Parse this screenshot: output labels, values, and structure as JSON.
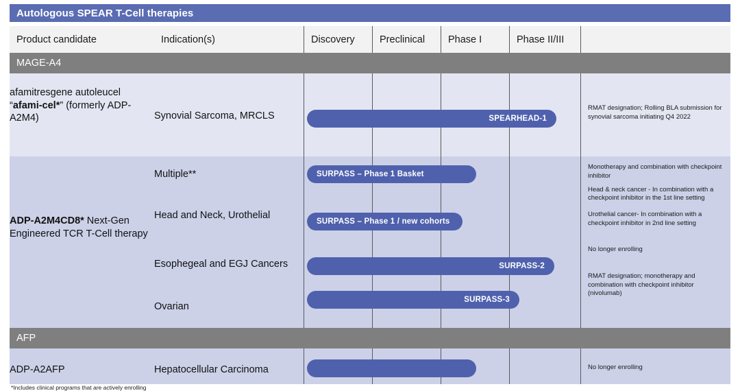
{
  "header": {
    "title": "Autologous SPEAR  T-Cell therapies",
    "columns": [
      {
        "label": "Product candidate"
      },
      {
        "label": "Indication(s)"
      },
      {
        "label": "Discovery"
      },
      {
        "label": "Preclinical"
      },
      {
        "label": "Phase I"
      },
      {
        "label": "Phase II/III"
      },
      {
        "label": ""
      }
    ]
  },
  "sections": [
    {
      "name": "MAGE-A4"
    },
    {
      "name": "AFP"
    }
  ],
  "products": {
    "afamicel": {
      "name_line1": "afamitresgene autoleucel",
      "name_quote_open": "“",
      "name_bold": "afami-cel*",
      "name_quote_close": "” (formerly ADP-",
      "name_line3": "A2M4)",
      "indication": "Synovial Sarcoma, MRCLS",
      "bar_label": "SPEARHEAD-1",
      "note": "RMAT designation; Rolling BLA submission for synovial sarcoma initiating Q4 2022"
    },
    "a2m4cd8": {
      "name_bold": "ADP-A2M4CD8*",
      "name_rest": " Next-Gen Engineered TCR T-Cell therapy",
      "rows": [
        {
          "indication": "Multiple**",
          "bar_label": "SURPASS  – Phase 1 Basket"
        },
        {
          "indication": "Head and Neck, Urothelial",
          "bar_label": "SURPASS  – Phase 1 / new cohorts"
        },
        {
          "indication": "Esophegeal and EGJ Cancers",
          "bar_label": "SURPASS-2"
        },
        {
          "indication": "Ovarian",
          "bar_label": "SURPASS-3"
        }
      ],
      "notes": [
        "Monotherapy and combination with checkpoint inhibitor",
        "Head & neck cancer - In combination with a checkpoint inhibitor in the 1st line setting",
        "Urothelial cancer- In combination with a checkpoint inhibitor in  2nd line setting",
        "No longer enrolling",
        "RMAT designation; monotherapy and combination with checkpoint inhibitor (nivolumab)"
      ]
    },
    "a2afp": {
      "name": "ADP-A2AFP",
      "indication": "Hepatocellular Carcinoma",
      "bar_label": "",
      "note": "No longer enrolling"
    }
  },
  "footnote": "*Includes clinical programs that are actively enrolling",
  "colors": {
    "title_bar": "#5a6cb2",
    "band": "#7f7f7f",
    "bar": "#4f61ad",
    "row_light": "#e3e6f2",
    "row_dark": "#ccd1e8",
    "header_bg": "#f2f2f2"
  },
  "chart_data": {
    "type": "table",
    "title": "Autologous SPEAR  T-Cell therapies",
    "stages": [
      "Discovery",
      "Preclinical",
      "Phase I",
      "Phase II/III"
    ],
    "programs": [
      {
        "section": "MAGE-A4",
        "product": "afamitresgene autoleucel “afami-cel*” (formerly ADP-A2M4)",
        "indication": "Synovial Sarcoma, MRCLS",
        "trial": "SPEARHEAD-1",
        "start_stage": "Discovery",
        "end_stage": "Phase II/III",
        "progress_fraction": 1.0,
        "note": "RMAT designation; Rolling BLA submission for synovial sarcoma initiating Q4 2022"
      },
      {
        "section": "MAGE-A4",
        "product": "ADP-A2M4CD8* Next-Gen Engineered TCR T-Cell therapy",
        "indication": "Multiple**",
        "trial": "SURPASS  – Phase 1 Basket",
        "start_stage": "Discovery",
        "end_stage": "Phase I",
        "progress_fraction": 0.62,
        "note": "Monotherapy and combination with checkpoint inhibitor"
      },
      {
        "section": "MAGE-A4",
        "product": "ADP-A2M4CD8* Next-Gen Engineered TCR T-Cell therapy",
        "indication": "Head and Neck, Urothelial",
        "trial": "SURPASS  – Phase 1 / new cohorts",
        "start_stage": "Discovery",
        "end_stage": "Phase I",
        "progress_fraction": 0.57,
        "note": "Head & neck cancer - In combination with a checkpoint inhibitor in the 1st line setting; Urothelial cancer- In combination with a checkpoint inhibitor in  2nd line setting"
      },
      {
        "section": "MAGE-A4",
        "product": "ADP-A2M4CD8* Next-Gen Engineered TCR T-Cell therapy",
        "indication": "Esophegeal and EGJ Cancers",
        "trial": "SURPASS-2",
        "start_stage": "Discovery",
        "end_stage": "Phase II/III",
        "progress_fraction": 0.93,
        "note": "No longer enrolling"
      },
      {
        "section": "MAGE-A4",
        "product": "ADP-A2M4CD8* Next-Gen Engineered TCR T-Cell therapy",
        "indication": "Ovarian",
        "trial": "SURPASS-3",
        "start_stage": "Discovery",
        "end_stage": "Phase II/III",
        "progress_fraction": 0.77,
        "note": "RMAT designation; monotherapy and combination with checkpoint inhibitor (nivolumab)"
      },
      {
        "section": "AFP",
        "product": "ADP-A2AFP",
        "indication": "Hepatocellular Carcinoma",
        "trial": "",
        "start_stage": "Discovery",
        "end_stage": "Phase I",
        "progress_fraction": 0.62,
        "note": "No longer enrolling"
      }
    ]
  }
}
